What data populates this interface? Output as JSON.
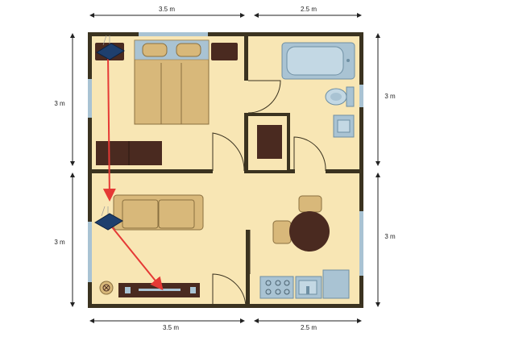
{
  "dimensions": {
    "top_left": "3.5 m",
    "top_right": "2.5 m",
    "bottom_left": "3.5 m",
    "bottom_right": "2.5 m",
    "left_upper": "3 m",
    "left_lower": "3 m",
    "right_upper": "3 m",
    "right_lower": "3 m"
  },
  "colors": {
    "floor": "#f8e6b4",
    "wall": "#3b3320",
    "furniture_tan": "#d8b87a",
    "furniture_dark": "#4a2a20",
    "fixture_blue": "#a9c3d3",
    "arrow": "#e53935",
    "camera": "#1e3f6e"
  },
  "icons": [
    "camera-icon",
    "bed",
    "wardrobe",
    "sofa",
    "round-table",
    "stove",
    "sink",
    "bathtub",
    "toilet",
    "tv-stand"
  ]
}
